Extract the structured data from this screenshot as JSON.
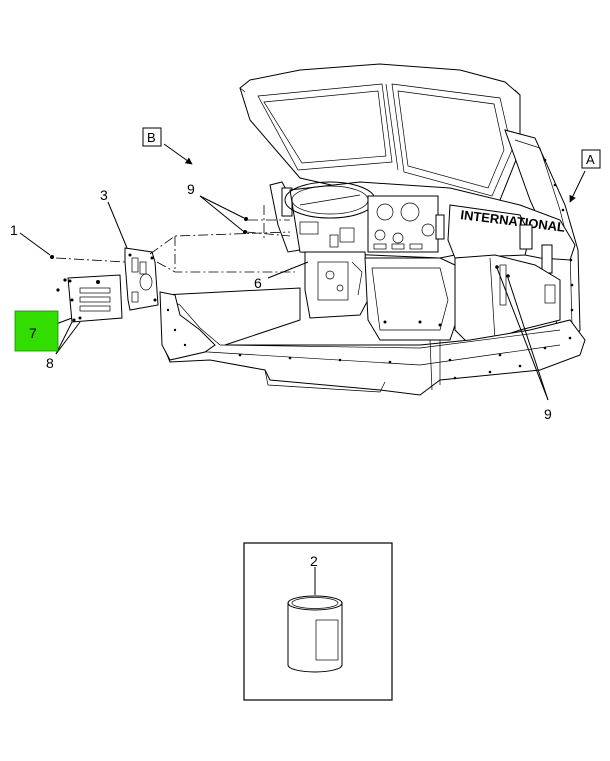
{
  "diagram": {
    "view_labels": {
      "a": "A",
      "b": "B"
    },
    "callouts": {
      "c1": "1",
      "c2": "2",
      "c3": "3",
      "c6": "6",
      "c7": "7",
      "c8": "8",
      "c9_top": "9",
      "c9_right": "9"
    },
    "logo_text": "INTERNATIONAL",
    "colors": {
      "highlight": "#33dd00",
      "line": "#000000",
      "background": "#ffffff"
    }
  }
}
